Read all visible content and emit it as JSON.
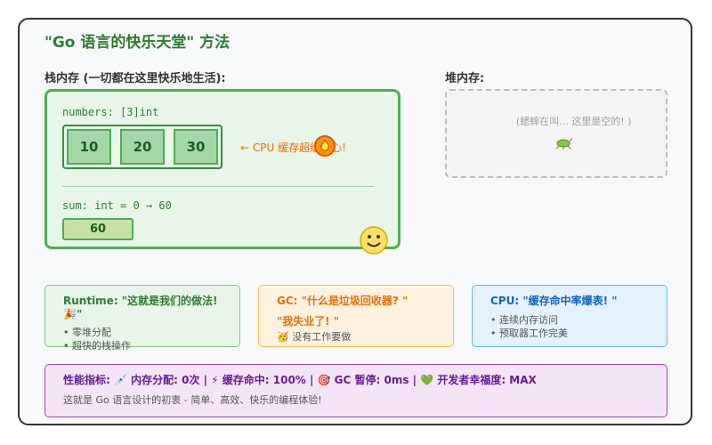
{
  "title": "\"Go 语言的快乐天堂\" 方法",
  "stack": {
    "label": "栈内存 (一切都在这里快乐地生活):",
    "array_decl": "numbers: [3]int",
    "array_values": [
      "10",
      "20",
      "30"
    ],
    "cpu_note": "← CPU 缓存超级开心!",
    "sum_decl": "sum: int = 0 → 60",
    "sum_value": "60"
  },
  "heap": {
    "label": "堆内存:",
    "note": "(蟋蟀在叫... 这里是空的! )"
  },
  "cards": {
    "runtime": {
      "title": "Runtime: \"这就是我们的做法! 🎉\"",
      "items": [
        "• 零堆分配",
        "• 超快的栈操作"
      ]
    },
    "gc": {
      "title": "GC: \"什么是垃圾回收器? \"",
      "title2": "\"我失业了! \"",
      "item": "🥳 没有工作要做"
    },
    "cpu": {
      "title": "CPU: \"缓存命中率爆表! \"",
      "items": [
        "• 连续内存访问",
        "• 预取器工作完美"
      ]
    }
  },
  "perf": {
    "title": "性能指标: 💉 内存分配: 0次 | ⚡ 缓存命中: 100% | 🎯 GC 暂停: 0ms | 💚 开发者幸福度: MAX",
    "subtitle": "这就是 Go 语言设计的初衷 - 简单、高效、快乐的编程体验!"
  },
  "colors": {
    "accent": "#2e7d32",
    "gc": "#ef6c00",
    "cpu": "#1565c0",
    "perf": "#6a1b9a"
  }
}
